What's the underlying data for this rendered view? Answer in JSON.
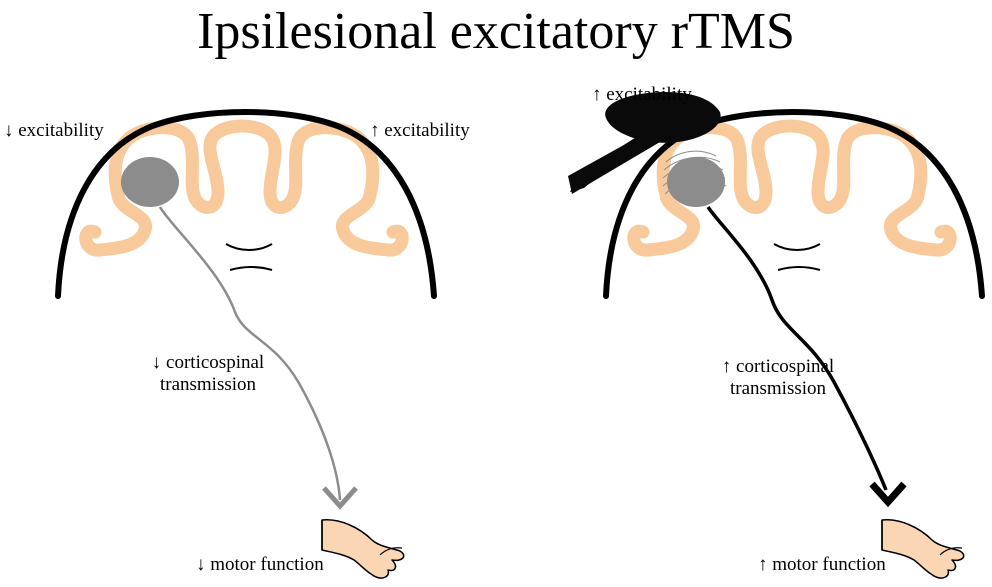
{
  "title": "Ipsilesional excitatory rTMS",
  "colors": {
    "skull": "#000000",
    "cortex": "#f8c99a",
    "lesion": "#8c8c8c",
    "tract_reduced": "#8c8c8c",
    "tract_enhanced": "#000000",
    "coil": "#0a0a0a",
    "skin": "#fbd6b4"
  },
  "panels": [
    {
      "condition": "lesion without stimulation",
      "tract_style": "gray",
      "labels": {
        "lesioned_hemisphere": "↓ excitability",
        "contralesional_hemisphere": "↑ excitability",
        "corticospinal_line1": "↓ corticospinal",
        "corticospinal_line2": "transmission",
        "motor": "↓ motor function"
      }
    },
    {
      "condition": "ipsilesional excitatory rTMS",
      "tract_style": "black",
      "labels": {
        "stimulated_hemisphere": "↑ excitability",
        "corticospinal_line1": "↑ corticospinal",
        "corticospinal_line2": "transmission",
        "motor": "↑ motor function"
      }
    }
  ],
  "icons": {
    "brain": "coronal-brain-section-icon",
    "lesion": "lesion-icon",
    "coil": "tms-coil-icon",
    "arm": "forearm-hand-icon"
  }
}
